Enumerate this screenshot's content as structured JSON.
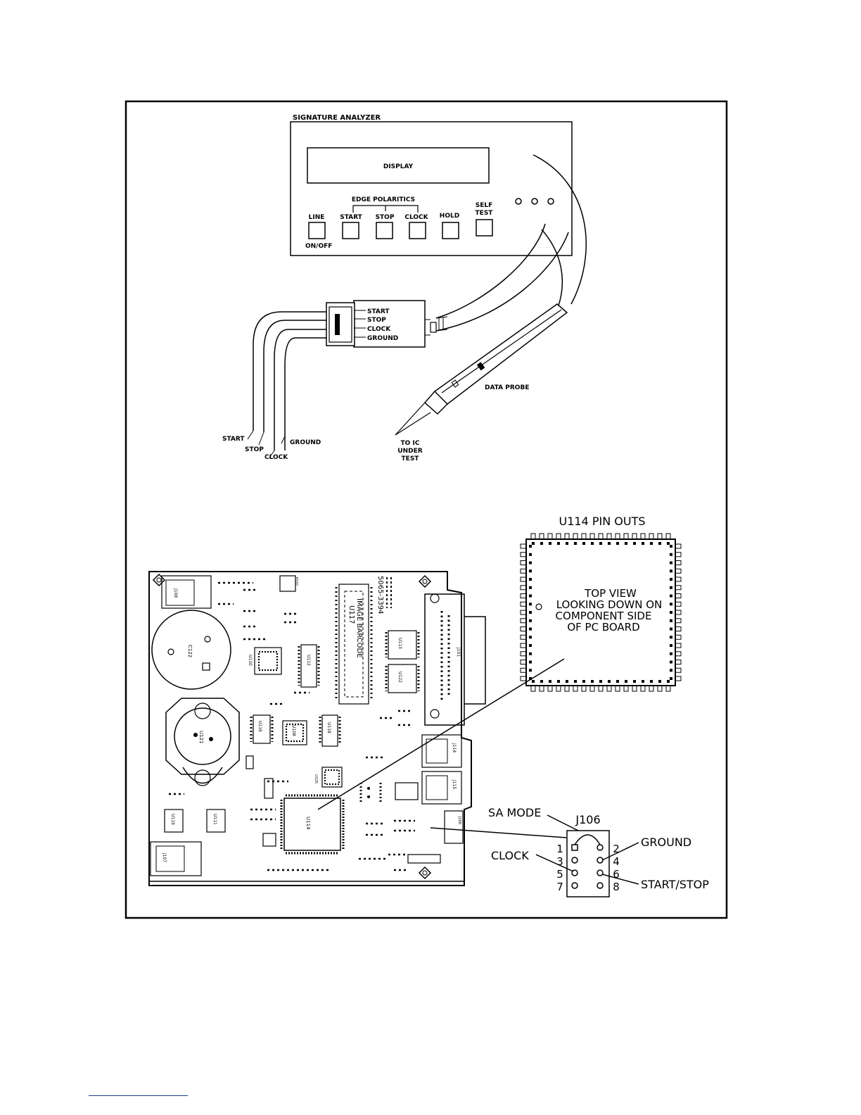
{
  "analyzer": {
    "title": "SIGNATURE ANALYZER",
    "display": "DISPLAY",
    "edge_polarities": "EDGE POLARITICS",
    "buttons": {
      "line": "LINE",
      "line_sub": "ON/OFF",
      "start": "START",
      "stop": "STOP",
      "clock": "CLOCK",
      "hold": "HOLD",
      "self": "SELF",
      "test": "TEST"
    }
  },
  "pod": {
    "start": "START",
    "stop": "STOP",
    "clock": "CLOCK",
    "ground": "GROUND"
  },
  "leads": {
    "start": "START",
    "stop": "STOP",
    "clock": "CLOCK",
    "ground": "GROUND"
  },
  "probe": {
    "label": "DATA PROBE",
    "tip_line1": "TO IC",
    "tip_line2": "UNDER",
    "tip_line3": "TEST"
  },
  "u114": {
    "title": "U114 PIN OUTS",
    "line1": "TOP VIEW",
    "line2": "LOOKING DOWN ON",
    "line3": "COMPONENT SIDE",
    "line4": "OF PC BOARD"
  },
  "j106": {
    "title": "J106",
    "sa_mode": "SA MODE",
    "ground": "GROUND",
    "clock": "CLOCK",
    "start_stop": "START/STOP",
    "pins_left": [
      "1",
      "3",
      "5",
      "7"
    ],
    "pins_right": [
      "2",
      "4",
      "6",
      "8"
    ]
  },
  "board": {
    "labels": {
      "c122": "C122",
      "u121": "U121",
      "u110": "U110",
      "u112": "U112",
      "u117": "U117",
      "barcode": "IMAGE BARCODE",
      "part_no": "5065-3394",
      "u113": "U113",
      "u122": "U122",
      "u116": "U116",
      "u108": "U108",
      "u118": "U118",
      "u125": "U125",
      "u114": "U114",
      "u111": "U111",
      "u119": "U119",
      "j101": "J101",
      "j114": "J114",
      "j115": "J115",
      "j106": "J106",
      "j108": "J108",
      "j107": "J107",
      "p101": "P101"
    }
  }
}
